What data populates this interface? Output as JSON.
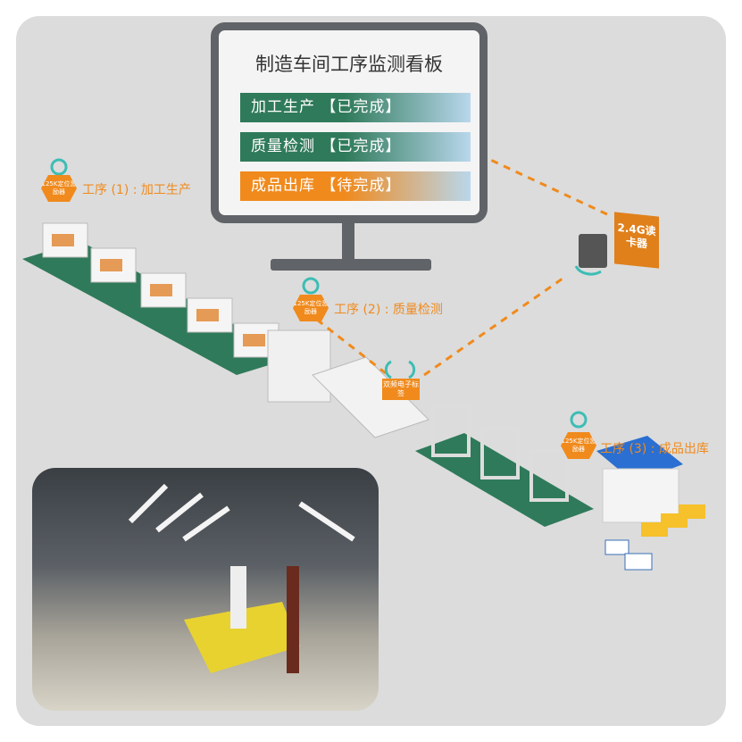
{
  "board": {
    "title": "制造车间工序监测看板",
    "rows": [
      {
        "text": "加工生产 【已完成】",
        "color": "#2f7a5a"
      },
      {
        "text": "质量检测 【已完成】",
        "color": "#2f7a5a"
      },
      {
        "text": "成品出库 【待完成】",
        "color": "#f08a1c"
      }
    ]
  },
  "process_labels": [
    "工序 (1) : 加工生产",
    "工序 (2) : 质量检测",
    "工序 (3) : 成品出库"
  ],
  "exciter_label": "125K定位激励器",
  "tag_label": "双频电子标签",
  "reader_label": "2.4G读卡器",
  "colors": {
    "accent": "#f08a1c",
    "green": "#2f7a5a",
    "signal": "#3dbdb5",
    "monitor": "#606468"
  }
}
